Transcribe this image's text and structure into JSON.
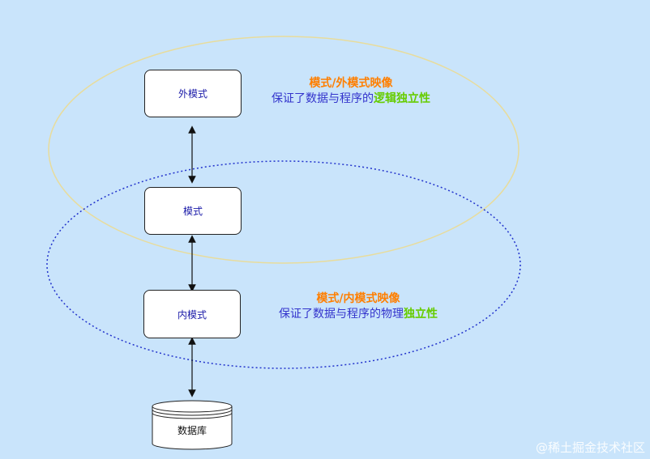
{
  "boxes": {
    "external_schema": "外模式",
    "schema": "模式",
    "internal_schema": "内模式",
    "database": "数据库"
  },
  "notes": {
    "external_mapping": {
      "title": "模式/外模式映像",
      "desc_prefix": "保证了数据与程序的",
      "desc_highlight": "逻辑独立性"
    },
    "internal_mapping": {
      "title": "模式/内模式映像",
      "desc_prefix": "保证了数据与程序的物理",
      "desc_highlight": "独立性"
    }
  },
  "watermark": "@稀土掘金技术社区",
  "colors": {
    "background": "#c9e4fb",
    "title_orange": "#ff7f00",
    "desc_blue": "#3333cc",
    "highlight_green": "#66cc00",
    "outer_ellipse": "#e8dc9c",
    "inner_ellipse": "#2233cc"
  }
}
